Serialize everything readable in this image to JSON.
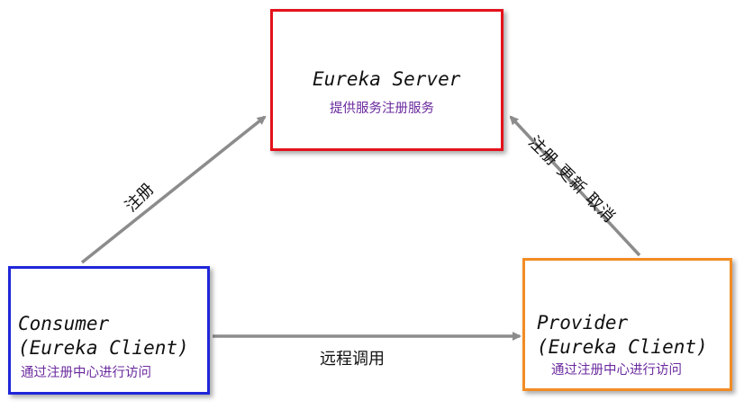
{
  "nodes": {
    "server": {
      "title": "Eureka Server",
      "subtitle": "提供服务注册服务",
      "border_color": "#e3121b"
    },
    "consumer": {
      "title": "Consumer\n(Eureka Client)",
      "subtitle": "通过注册中心进行访问",
      "border_color": "#1f26d9"
    },
    "provider": {
      "title": "Provider\n(Eureka Client)",
      "subtitle": "通过注册中心进行访问",
      "border_color": "#f28c24"
    }
  },
  "edges": {
    "consumer_to_server": {
      "label": "注册"
    },
    "consumer_to_provider": {
      "label": "远程调用"
    },
    "provider_to_server": {
      "label": "注册  更新  取消"
    }
  },
  "colors": {
    "arrow": "#8c8c8c",
    "subtitle_text": "#6a2a9e"
  }
}
